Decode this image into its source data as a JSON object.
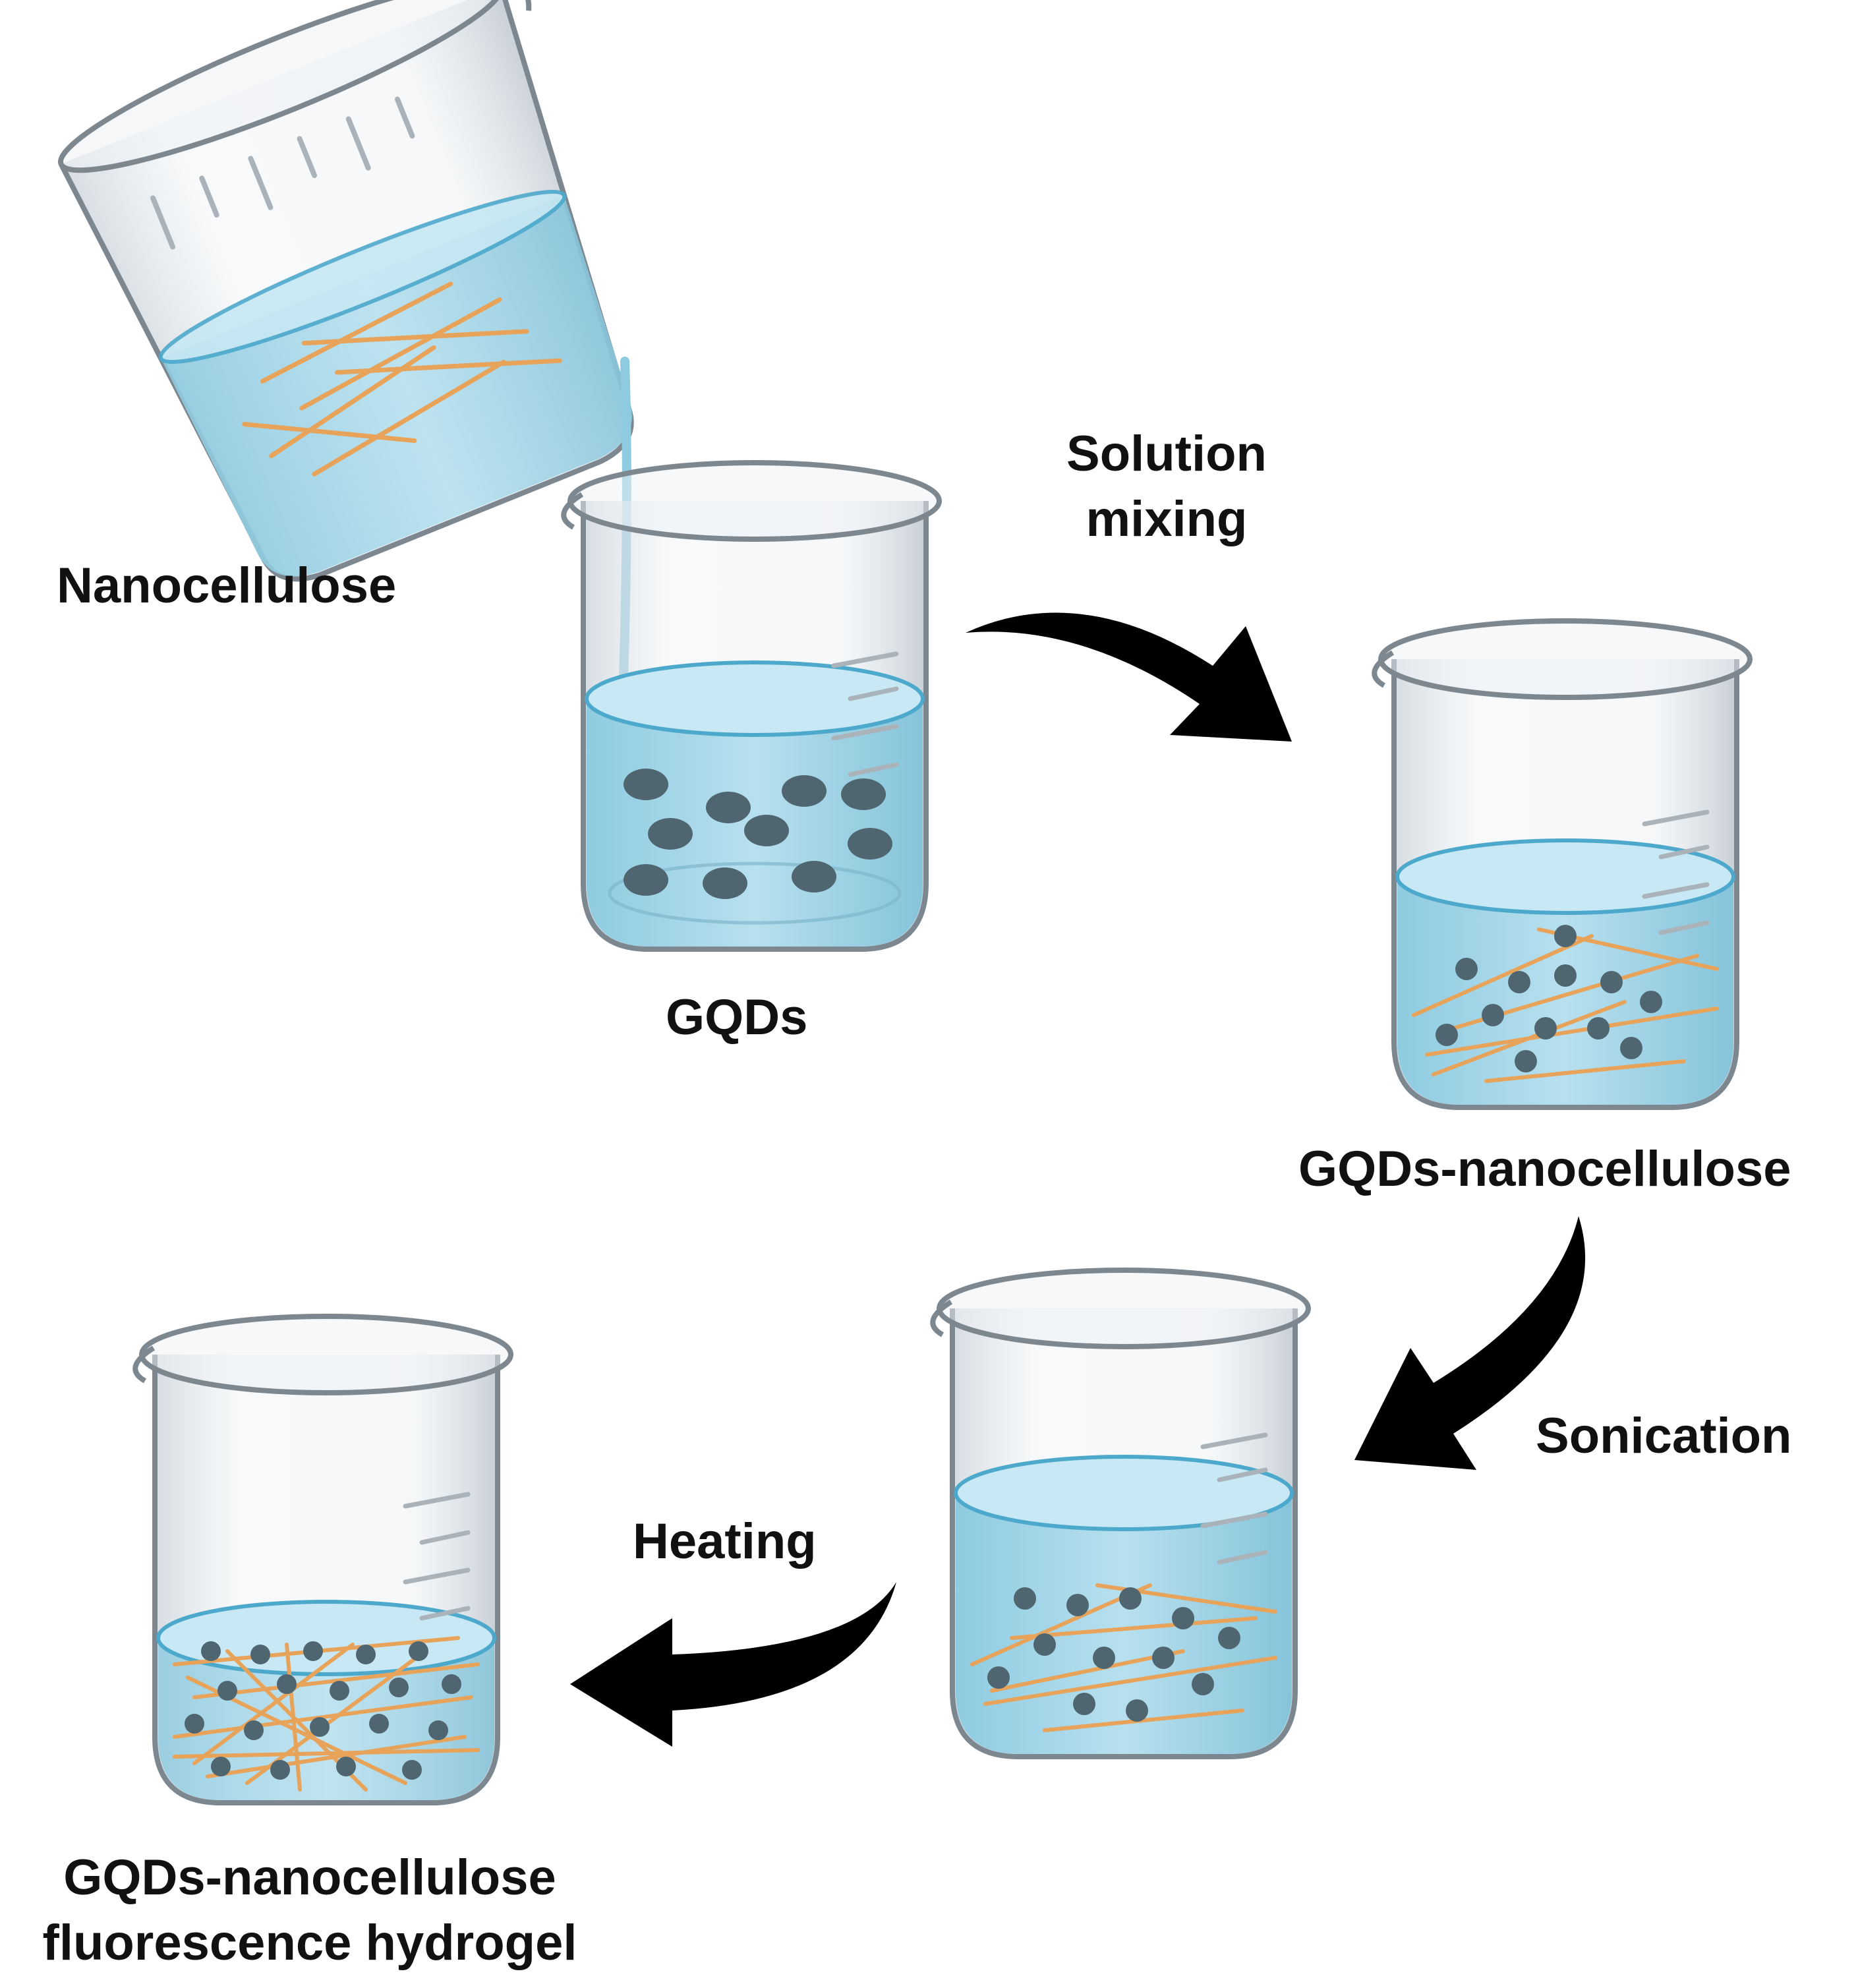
{
  "labels": {
    "nanocellulose": "Nanocellulose",
    "gqds": "GQDs",
    "solution_mixing": [
      "Solution",
      "mixing"
    ],
    "gqds_nanocellulose": "GQDs-nanocellulose",
    "sonication": "Sonication",
    "heating": "Heating",
    "hydrogel": [
      "GQDs-nanocellulose",
      "fluorescence hydrogel"
    ]
  },
  "colors": {
    "glass": "#d4dce3",
    "glass_edge": "#7d8790",
    "water": "#a9d8ea",
    "water_surface": "#c7e8f4",
    "water_edge": "#4da9cc",
    "dot": "#4f6671",
    "fiber": "#e8a35b",
    "arrow": "#000000"
  }
}
